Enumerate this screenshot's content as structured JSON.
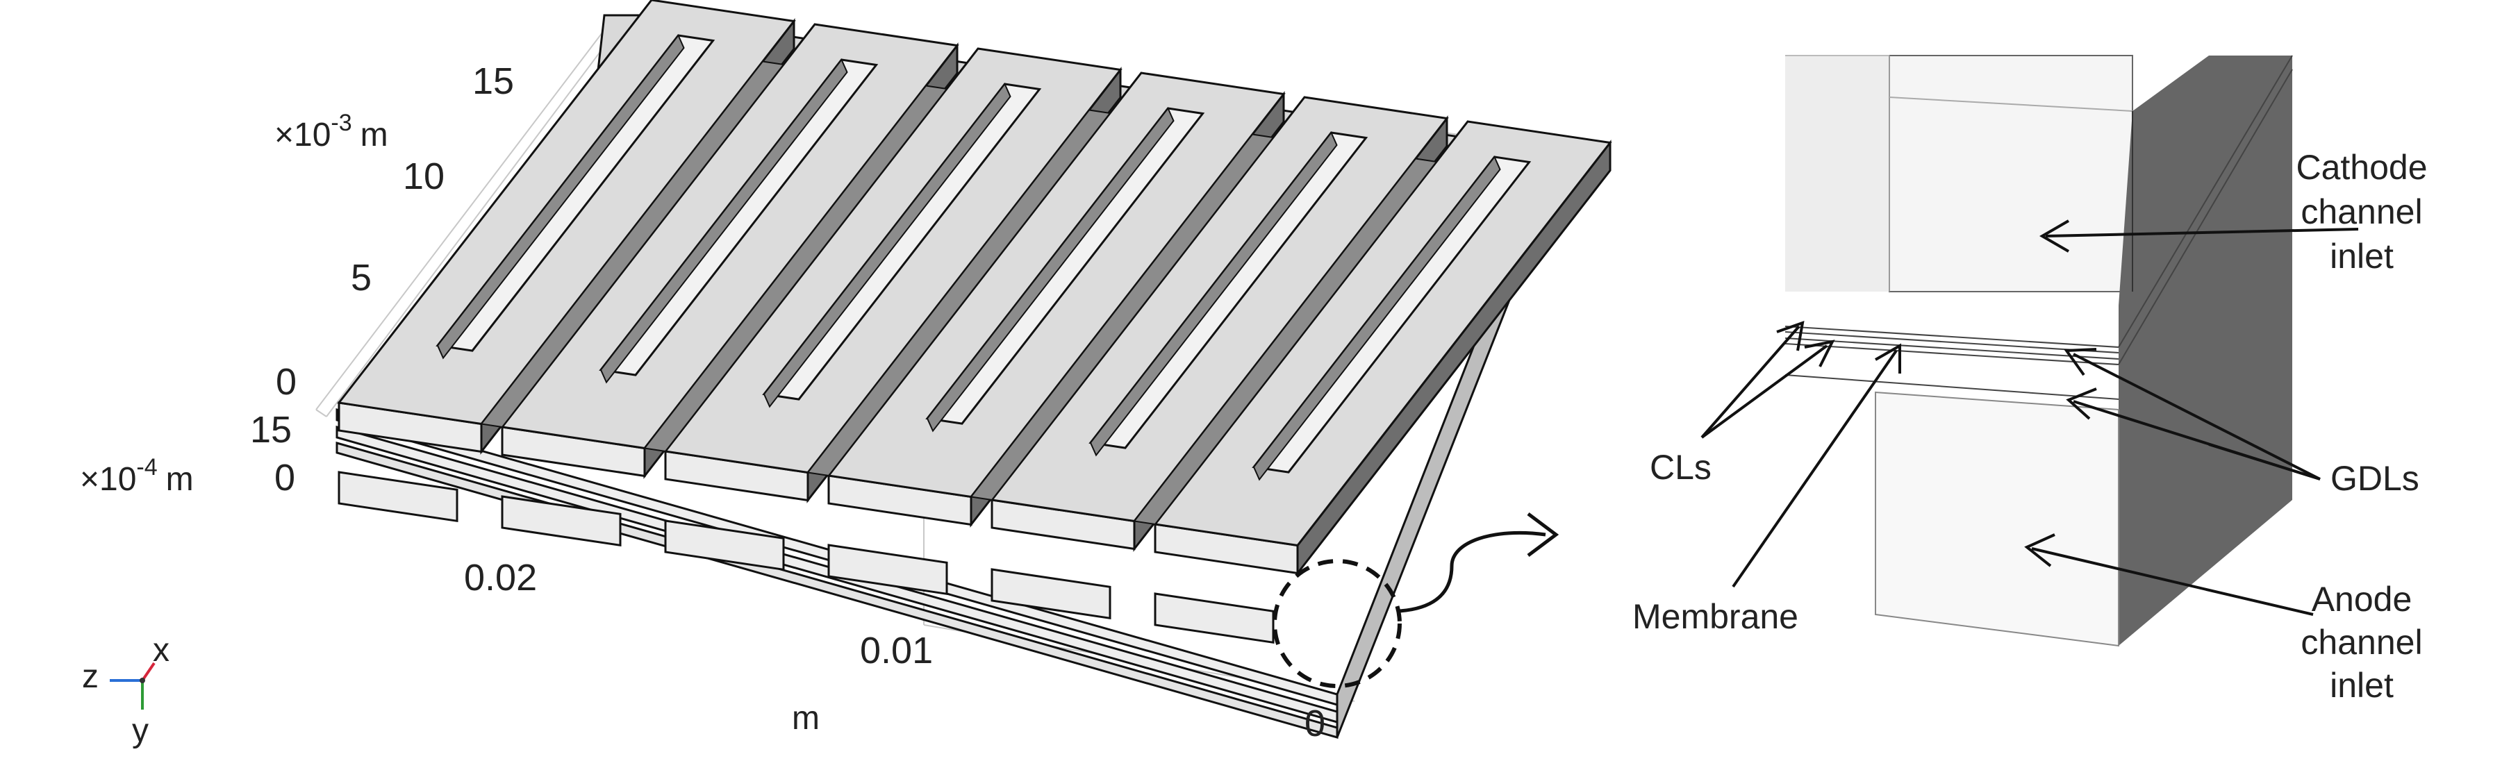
{
  "left_view": {
    "z_unit": {
      "times": "×10",
      "exp": "-3",
      "unit": "m"
    },
    "z_ticks": [
      "15",
      "10",
      "5",
      "0"
    ],
    "y_ticks": [
      "15",
      "0"
    ],
    "y_unit": {
      "times": "×10",
      "exp": "-4",
      "unit": "m"
    },
    "x_ticks": [
      "0.02",
      "0.01",
      "0"
    ],
    "x_unit": "m",
    "triad": {
      "z": "z",
      "x": "x",
      "y": "y"
    },
    "channel_count": 6
  },
  "right_view": {
    "labels": {
      "cathode": [
        "Cathode",
        "channel",
        "inlet"
      ],
      "anode": [
        "Anode",
        "channel",
        "inlet"
      ],
      "cls": "CLs",
      "gdls": "GDLs",
      "membrane": "Membrane"
    }
  },
  "colors": {
    "top_face": "#dcdcdc",
    "front_face": "#ececec",
    "inner_wall": "#8c8c8c",
    "side_dark": "#6e6e6e",
    "edge": "#111111",
    "axis_x": "#d6263b",
    "axis_y": "#2e9b36",
    "axis_z": "#2a6fd6"
  }
}
